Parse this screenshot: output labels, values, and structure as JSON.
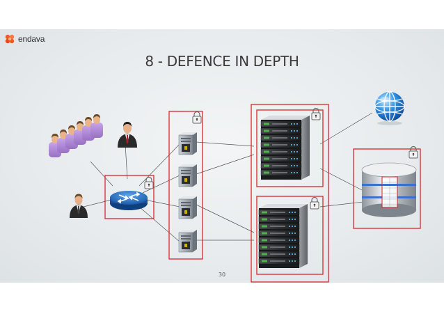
{
  "slide": {
    "brand": "endava",
    "title": "8 - DEFENCE IN DEPTH",
    "page_number": "30"
  },
  "colors": {
    "security_box": "#d9262c",
    "brand_orange": "#f05a22",
    "connector": "#555555"
  },
  "icons": {
    "users_group": "people-group-icon",
    "admin": "admin-user-icon",
    "single_user": "user-icon",
    "router": "router-icon",
    "web_server": "server-tower-icon",
    "app_server": "server-rack-icon",
    "database": "database-icon",
    "internet": "globe-icon",
    "lock": "padlock-icon"
  }
}
